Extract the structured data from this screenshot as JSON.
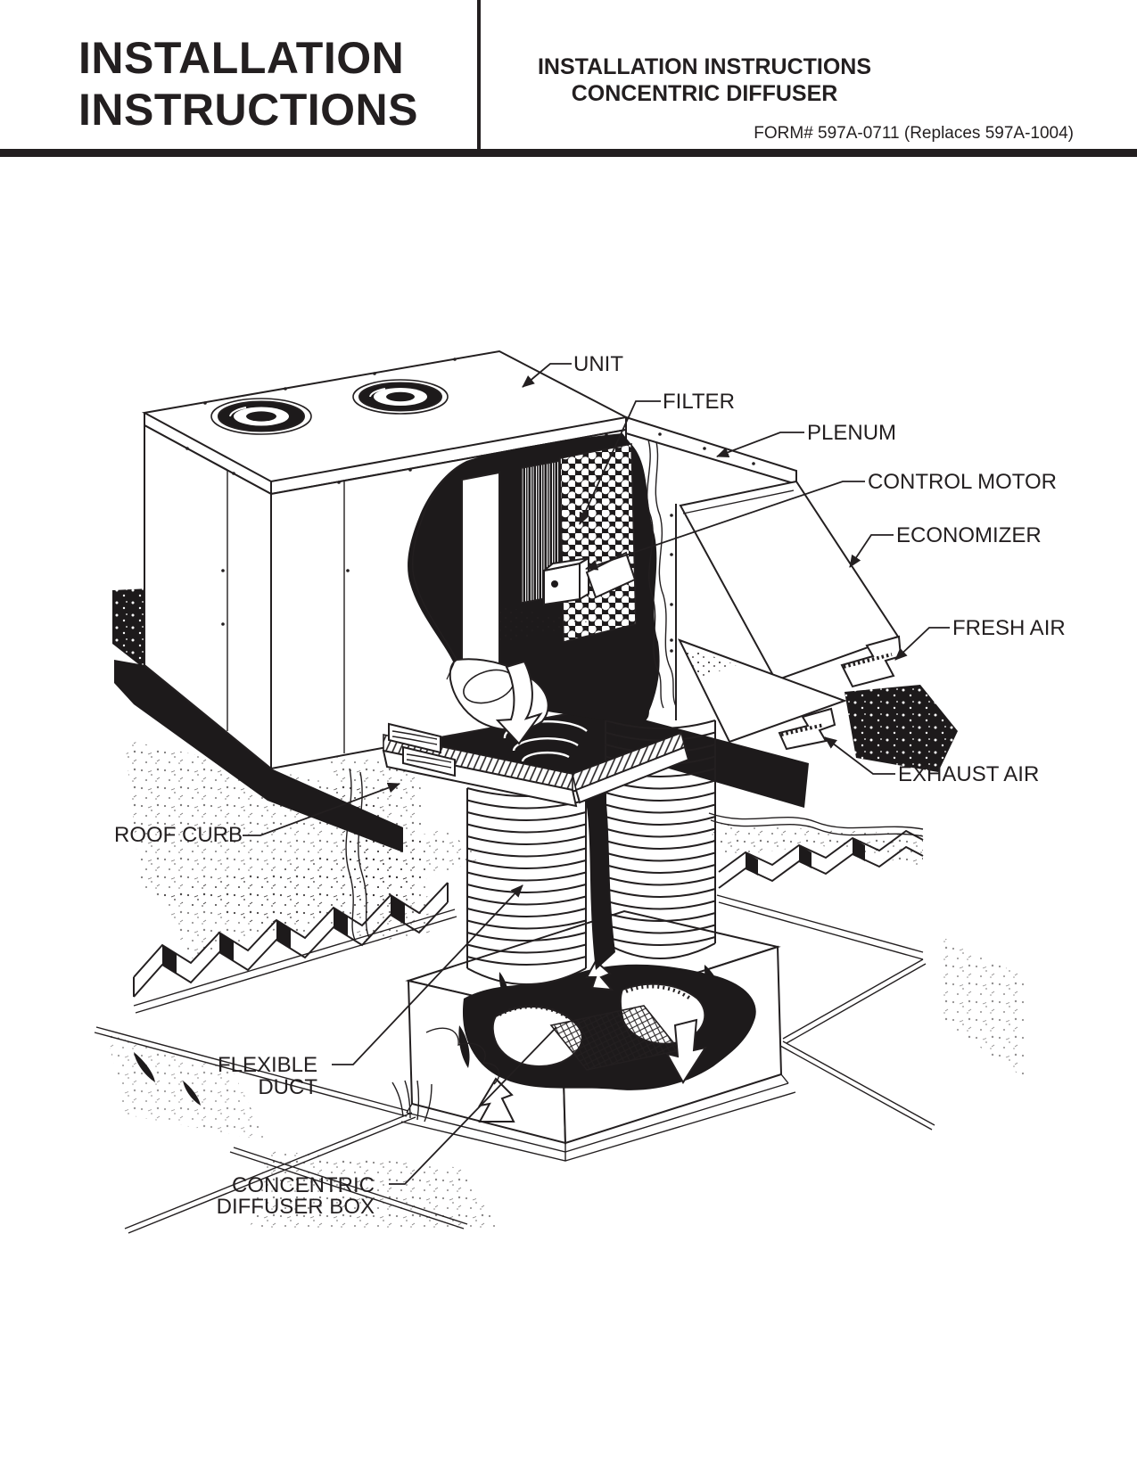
{
  "header": {
    "left_title_line1": "INSTALLATION",
    "left_title_line2": "INSTRUCTIONS",
    "right_title_line1": "INSTALLATION INSTRUCTIONS",
    "right_title_line2": "CONCENTRIC DIFFUSER",
    "form_number": "FORM# 597A-0711 (Replaces 597A-1004)"
  },
  "diagram": {
    "labels": {
      "unit": "UNIT",
      "filter": "FILTER",
      "plenum": "PLENUM",
      "control_motor": "CONTROL MOTOR",
      "economizer": "ECONOMIZER",
      "fresh_air": "FRESH AIR",
      "exhaust_air": "EXHAUST AIR",
      "roof_curb": "ROOF CURB",
      "flexible_duct_line1": "FLEXIBLE",
      "flexible_duct_line2": "DUCT",
      "concentric_line1": "CONCENTRIC",
      "concentric_line2": "DIFFUSER BOX"
    },
    "colors": {
      "ink": "#231f20",
      "paper": "#ffffff"
    }
  }
}
